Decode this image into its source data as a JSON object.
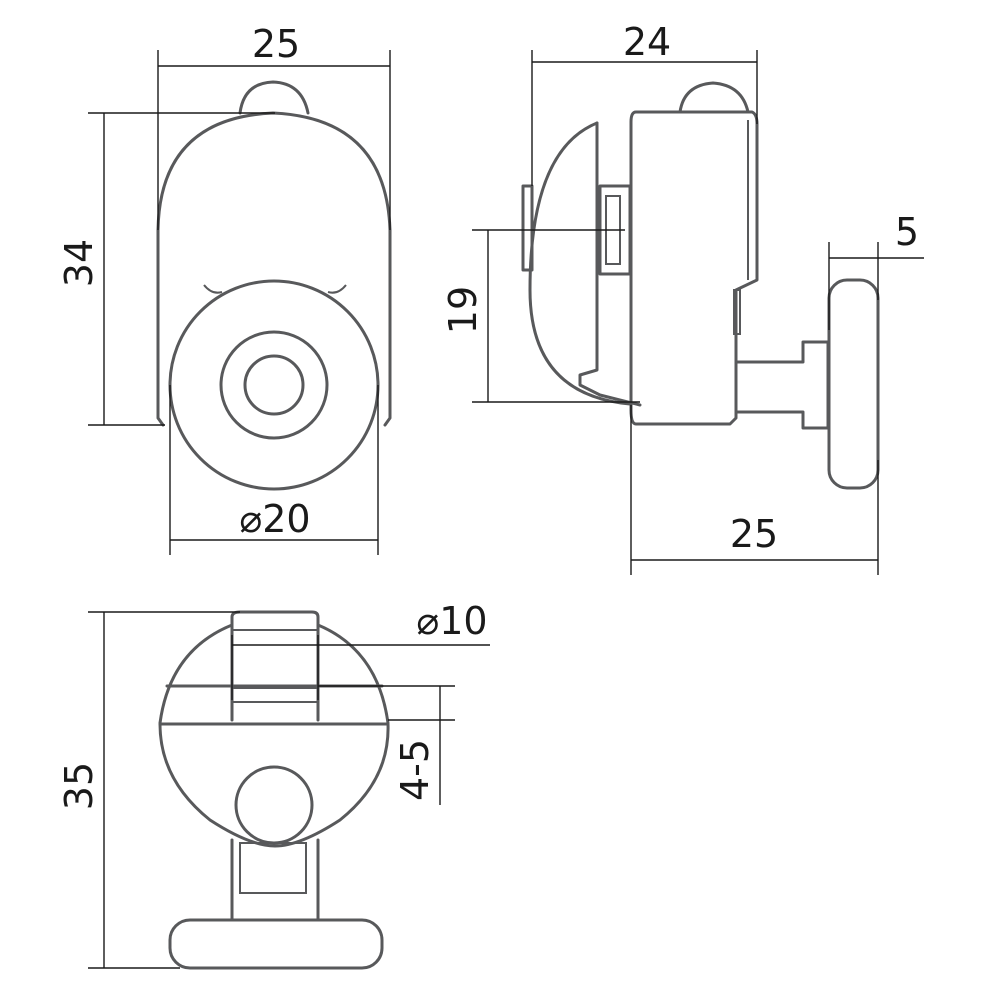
{
  "front_view": {
    "width_label": "25",
    "height_label": "34",
    "wheel_diameter_label": "⌀20"
  },
  "side_view": {
    "depth_label": "24",
    "flange_label": "5",
    "axle_height_label": "19",
    "overall_label": "25"
  },
  "top_view": {
    "wheel_diameter_label": "⌀10",
    "gap_label": "4-5",
    "height_label": "35"
  },
  "colors": {
    "outline": "#58595b",
    "dimension": "#1a1a1a",
    "background": "#ffffff"
  }
}
